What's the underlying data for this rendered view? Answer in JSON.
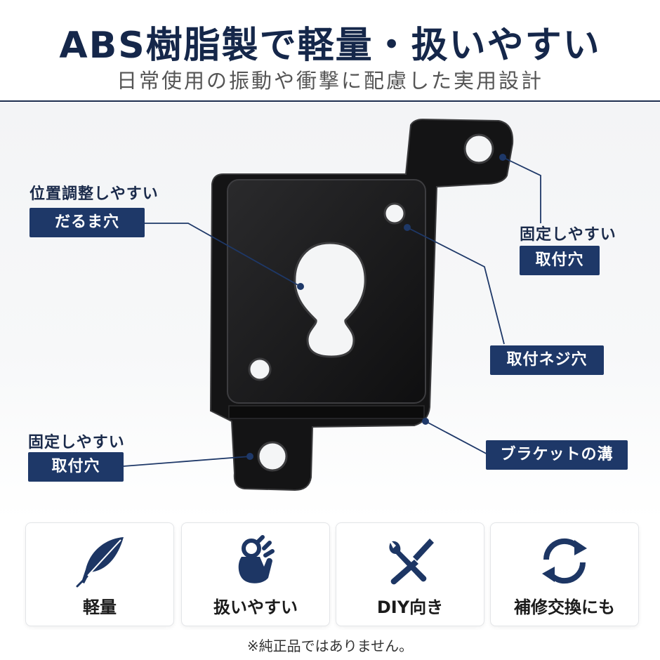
{
  "header": {
    "title": "ABS樹脂製で軽量・扱いやすい",
    "subtitle": "日常使用の振動や衝撃に配慮した実用設計"
  },
  "callouts": {
    "keyhole": {
      "caption": "位置調整しやすい",
      "tag": "だるま穴"
    },
    "top_hole": {
      "caption": "固定しやすい",
      "tag": "取付穴"
    },
    "screw_hole": {
      "tag": "取付ネジ穴"
    },
    "groove": {
      "tag": "ブラケットの溝"
    },
    "bottom_hole": {
      "caption": "固定しやすい",
      "tag": "取付穴"
    }
  },
  "features": [
    {
      "label": "軽量",
      "icon": "feather-icon"
    },
    {
      "label": "扱いやすい",
      "icon": "hand-ok-icon"
    },
    {
      "label": "DIY向き",
      "icon": "wrench-screwdriver-icon"
    },
    {
      "label": "補修交換にも",
      "icon": "refresh-icon"
    }
  ],
  "footnote": "※純正品ではありません。",
  "colors": {
    "navy": "#1e3868",
    "title": "#15274a",
    "icon": "#1d3664"
  }
}
